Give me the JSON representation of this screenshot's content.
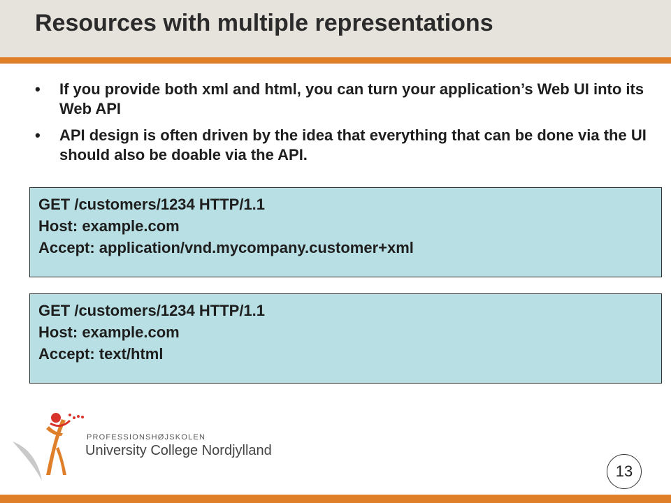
{
  "slide": {
    "title": "Resources with multiple representations",
    "bullets": [
      "If you provide both xml and html, you can turn your application’s Web UI into its Web API",
      "API design is often driven by the idea that everything that can be done via the UI should also be doable via the API."
    ],
    "bullet_marker": "•",
    "code_blocks": [
      {
        "lines": [
          "GET /customers/1234 HTTP/1.1",
          "Host: example.com",
          "Accept: application/vnd.mycompany.customer+xml"
        ]
      },
      {
        "lines": [
          "GET /customers/1234 HTTP/1.1",
          "Host: example.com",
          "Accept: text/html"
        ]
      }
    ],
    "page_number": "13"
  },
  "logo": {
    "line1": "PROFESSIONSHØJSKOLEN",
    "line2": "University College Nordjylland",
    "icon": "person-figure-icon"
  },
  "colors": {
    "title_band": "#e6e2dc",
    "accent": "#e07f2a",
    "code_background": "#b8dfe3",
    "logo_red": "#d8332a"
  }
}
